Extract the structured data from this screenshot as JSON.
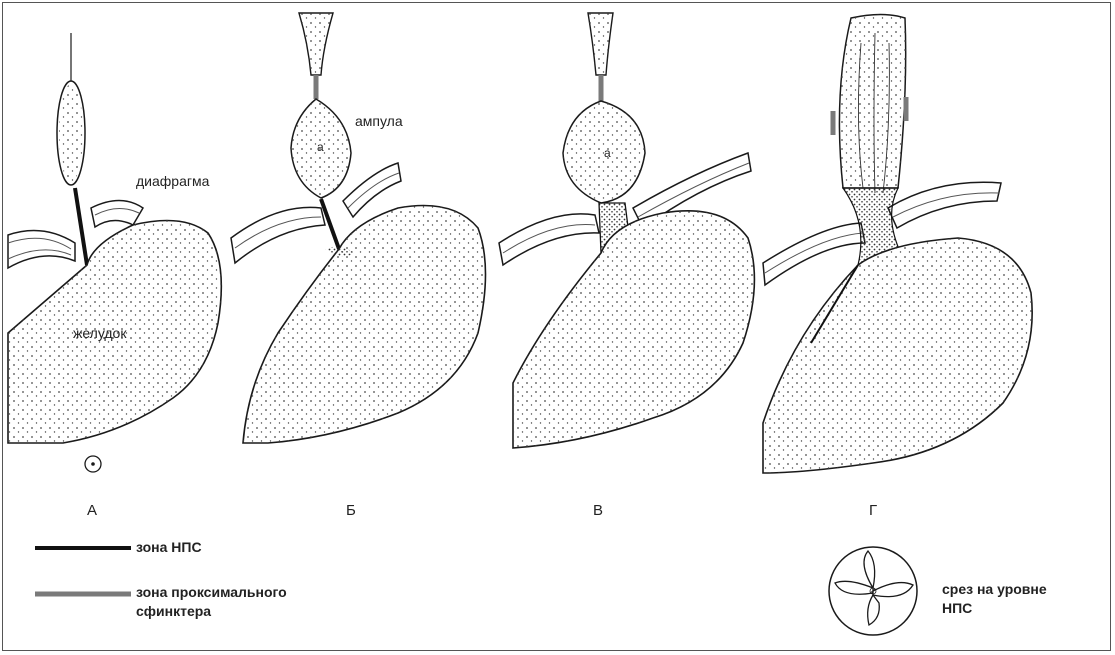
{
  "labels": {
    "diaphragm": "диафрагма",
    "ampulla": "ампула",
    "stomach": "желудок",
    "ampulla_letter": "а"
  },
  "panels": [
    {
      "letter": "А"
    },
    {
      "letter": "Б"
    },
    {
      "letter": "В"
    },
    {
      "letter": "Г"
    }
  ],
  "legend": {
    "les_zone": "зона НПС",
    "proximal_line1": "зона проксимального",
    "proximal_line2": "сфинктера",
    "section_line1": "срез на уровне",
    "section_line2": "НПС"
  },
  "colors": {
    "line": "#1a1a1a",
    "les_zone": "#111111",
    "proximal_sphincter": "#7a7a7a",
    "stipple": "#4a4a4a"
  }
}
